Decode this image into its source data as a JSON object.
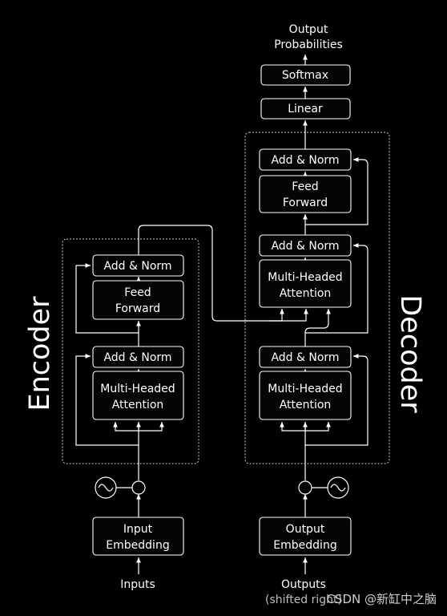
{
  "encoder": {
    "title": "Encoder",
    "add_norm_top": "Add & Norm",
    "feed_forward": [
      "Feed",
      "Forward"
    ],
    "add_norm_bottom": "Add & Norm",
    "attention": [
      "Multi-Headed",
      "Attention"
    ],
    "embedding": [
      "Input",
      "Embedding"
    ],
    "input_label": "Inputs"
  },
  "decoder": {
    "title": "Decoder",
    "add_norm_top": "Add & Norm",
    "feed_forward": [
      "Feed",
      "Forward"
    ],
    "add_norm_middle": "Add & Norm",
    "cross_attention": [
      "Multi-Headed",
      "Attention"
    ],
    "add_norm_bottom": "Add & Norm",
    "self_attention": [
      "Multi-Headed",
      "Attention"
    ],
    "embedding": [
      "Output",
      "Embedding"
    ],
    "input_label": "Outputs",
    "input_sublabel": "(shifted right)"
  },
  "head": {
    "linear": "Linear",
    "softmax": "Softmax",
    "output": [
      "Output",
      "Probabilities"
    ]
  },
  "watermark": "CSDN @新缸中之脑"
}
